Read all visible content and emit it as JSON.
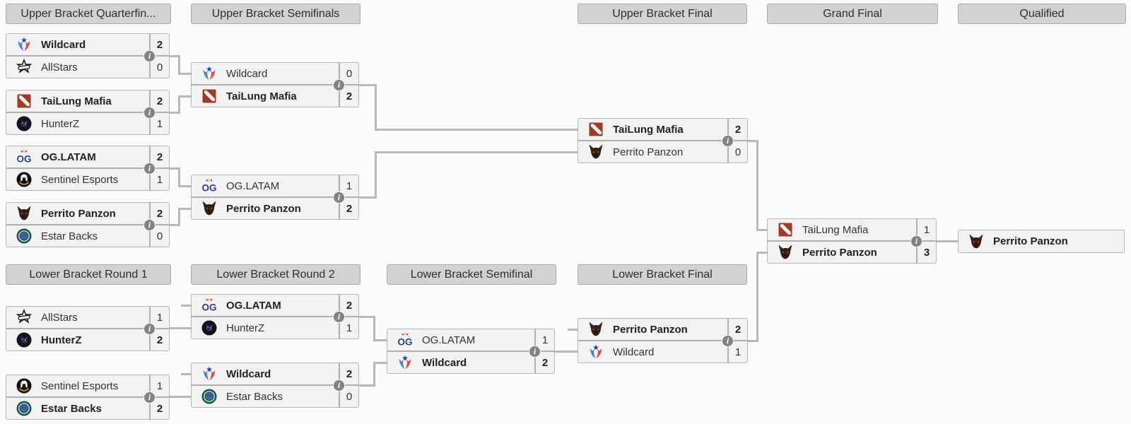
{
  "headers": {
    "ub_quarterfinals": "Upper Bracket Quarterfin...",
    "ub_semifinals": "Upper Bracket Semifinals",
    "ub_final": "Upper Bracket Final",
    "grand_final": "Grand Final",
    "qualified": "Qualified",
    "lb_round1": "Lower Bracket Round 1",
    "lb_round2": "Lower Bracket Round 2",
    "lb_semifinal": "Lower Bracket Semifinal",
    "lb_final": "Lower Bracket Final"
  },
  "icons": {
    "info": "i"
  },
  "colors": {
    "connector": "#b8b8b8",
    "header_bg": "#d2d2d2",
    "match_bg": "#f2f2f2",
    "info_bg": "#828282"
  },
  "matches": {
    "ubqf1": {
      "top": {
        "team": "Wildcard",
        "score": "2",
        "winner": true
      },
      "bottom": {
        "team": "AllStars",
        "score": "0",
        "winner": false
      }
    },
    "ubqf2": {
      "top": {
        "team": "TaiLung Mafia",
        "score": "2",
        "winner": true
      },
      "bottom": {
        "team": "HunterZ",
        "score": "1",
        "winner": false
      }
    },
    "ubqf3": {
      "top": {
        "team": "OG.LATAM",
        "score": "2",
        "winner": true
      },
      "bottom": {
        "team": "Sentinel Esports",
        "score": "1",
        "winner": false
      }
    },
    "ubqf4": {
      "top": {
        "team": "Perrito Panzon",
        "score": "2",
        "winner": true
      },
      "bottom": {
        "team": "Estar Backs",
        "score": "0",
        "winner": false
      }
    },
    "ubsf1": {
      "top": {
        "team": "Wildcard",
        "score": "0",
        "winner": false
      },
      "bottom": {
        "team": "TaiLung Mafia",
        "score": "2",
        "winner": true
      }
    },
    "ubsf2": {
      "top": {
        "team": "OG.LATAM",
        "score": "1",
        "winner": false
      },
      "bottom": {
        "team": "Perrito Panzon",
        "score": "2",
        "winner": true
      }
    },
    "ubf": {
      "top": {
        "team": "TaiLung Mafia",
        "score": "2",
        "winner": true
      },
      "bottom": {
        "team": "Perrito Panzon",
        "score": "0",
        "winner": false
      }
    },
    "gf": {
      "top": {
        "team": "TaiLung Mafia",
        "score": "1",
        "winner": false
      },
      "bottom": {
        "team": "Perrito Panzon",
        "score": "3",
        "winner": true
      }
    },
    "lbr1m1": {
      "top": {
        "team": "AllStars",
        "score": "1",
        "winner": false
      },
      "bottom": {
        "team": "HunterZ",
        "score": "2",
        "winner": true
      }
    },
    "lbr1m2": {
      "top": {
        "team": "Sentinel Esports",
        "score": "1",
        "winner": false
      },
      "bottom": {
        "team": "Estar Backs",
        "score": "2",
        "winner": true
      }
    },
    "lbr2m1": {
      "top": {
        "team": "OG.LATAM",
        "score": "2",
        "winner": true
      },
      "bottom": {
        "team": "HunterZ",
        "score": "1",
        "winner": false
      }
    },
    "lbr2m2": {
      "top": {
        "team": "Wildcard",
        "score": "2",
        "winner": true
      },
      "bottom": {
        "team": "Estar Backs",
        "score": "0",
        "winner": false
      }
    },
    "lbsf": {
      "top": {
        "team": "OG.LATAM",
        "score": "1",
        "winner": false
      },
      "bottom": {
        "team": "Wildcard",
        "score": "2",
        "winner": true
      }
    },
    "lbf": {
      "top": {
        "team": "Perrito Panzon",
        "score": "2",
        "winner": true
      },
      "bottom": {
        "team": "Wildcard",
        "score": "1",
        "winner": false
      }
    }
  },
  "qualified_slot": {
    "team": "Perrito Panzon",
    "winner": true
  }
}
